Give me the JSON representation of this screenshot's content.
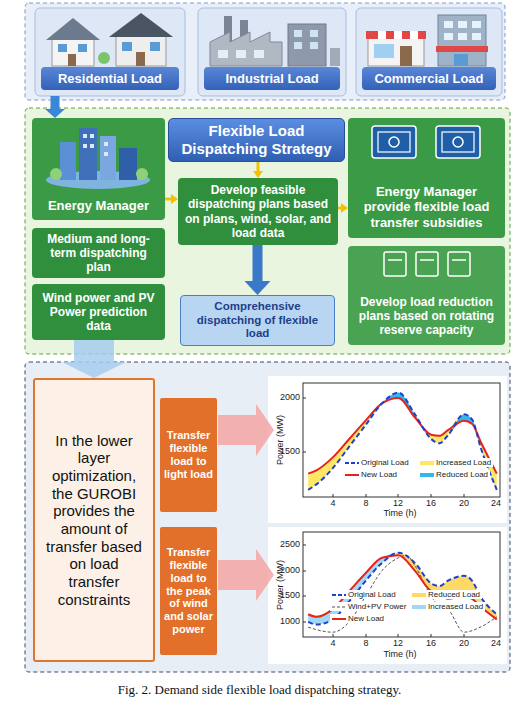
{
  "diagram": {
    "caption": "Fig. 2. Demand side flexible load dispatching strategy.",
    "nodes": [
      {
        "text": [
          "Residential Load"
        ]
      },
      {
        "text": [
          "Industrial Load"
        ]
      },
      {
        "text": [
          "Commercial Load"
        ]
      },
      {
        "text": [
          "Energy Manager"
        ]
      },
      {
        "text": [
          "Medium and long-term dispatching plan"
        ]
      },
      {
        "text": [
          "Wind power and PV Power prediction data"
        ]
      },
      {
        "text": [
          "Flexible Load Dispatching Strategy"
        ]
      },
      {
        "text": [
          "Develop feasible dispatching plans based on plans, wind, solar, and load data"
        ]
      },
      {
        "text": [
          "Comprehensive dispatching of flexible load"
        ]
      },
      {
        "text": [
          "Energy Manager provide flexible load transfer subsidies"
        ]
      },
      {
        "text": [
          "Develop load reduction plans based on rotating reserve capacity"
        ]
      },
      {
        "text": [
          "In the lower layer optimization, the GUROBI provides the amount of transfer based on load transfer constraints"
        ]
      },
      {
        "text": [
          "Transfer flexible load to light load"
        ]
      },
      {
        "text": [
          "Transfer flexible load to the peak of wind and solar power"
        ]
      }
    ],
    "edges": [
      {
        "from": 0,
        "to": 3,
        "arrow": "to"
      },
      {
        "from": 3,
        "to": 7,
        "arrow": "to"
      },
      {
        "from": 6,
        "to": 7,
        "arrow": "to"
      },
      {
        "from": 7,
        "to": 9,
        "arrow": "to"
      },
      {
        "from": 7,
        "to": 8,
        "arrow": "to"
      },
      {
        "from": 5,
        "to": 11,
        "arrow": "to"
      }
    ],
    "labels": [
      "2000",
      "1500",
      "4",
      "8",
      "12",
      "16",
      "20",
      "24",
      "Power (MW)",
      "Time (h)",
      "2500",
      "2000",
      "1500",
      "1000",
      "4",
      "8",
      "12",
      "16",
      "20",
      "24",
      "Power (MW)",
      "Time (h)"
    ],
    "legend": [
      {
        "text": "Original Load"
      },
      {
        "text": "Increased Load"
      },
      {
        "text": "New Load"
      },
      {
        "text": "Reduced Load"
      },
      {
        "text": "Original Load"
      },
      {
        "text": "Reduced Load"
      },
      {
        "text": "Wind+PV Power"
      },
      {
        "text": "Increased Load"
      },
      {
        "text": "New Load"
      }
    ]
  }
}
